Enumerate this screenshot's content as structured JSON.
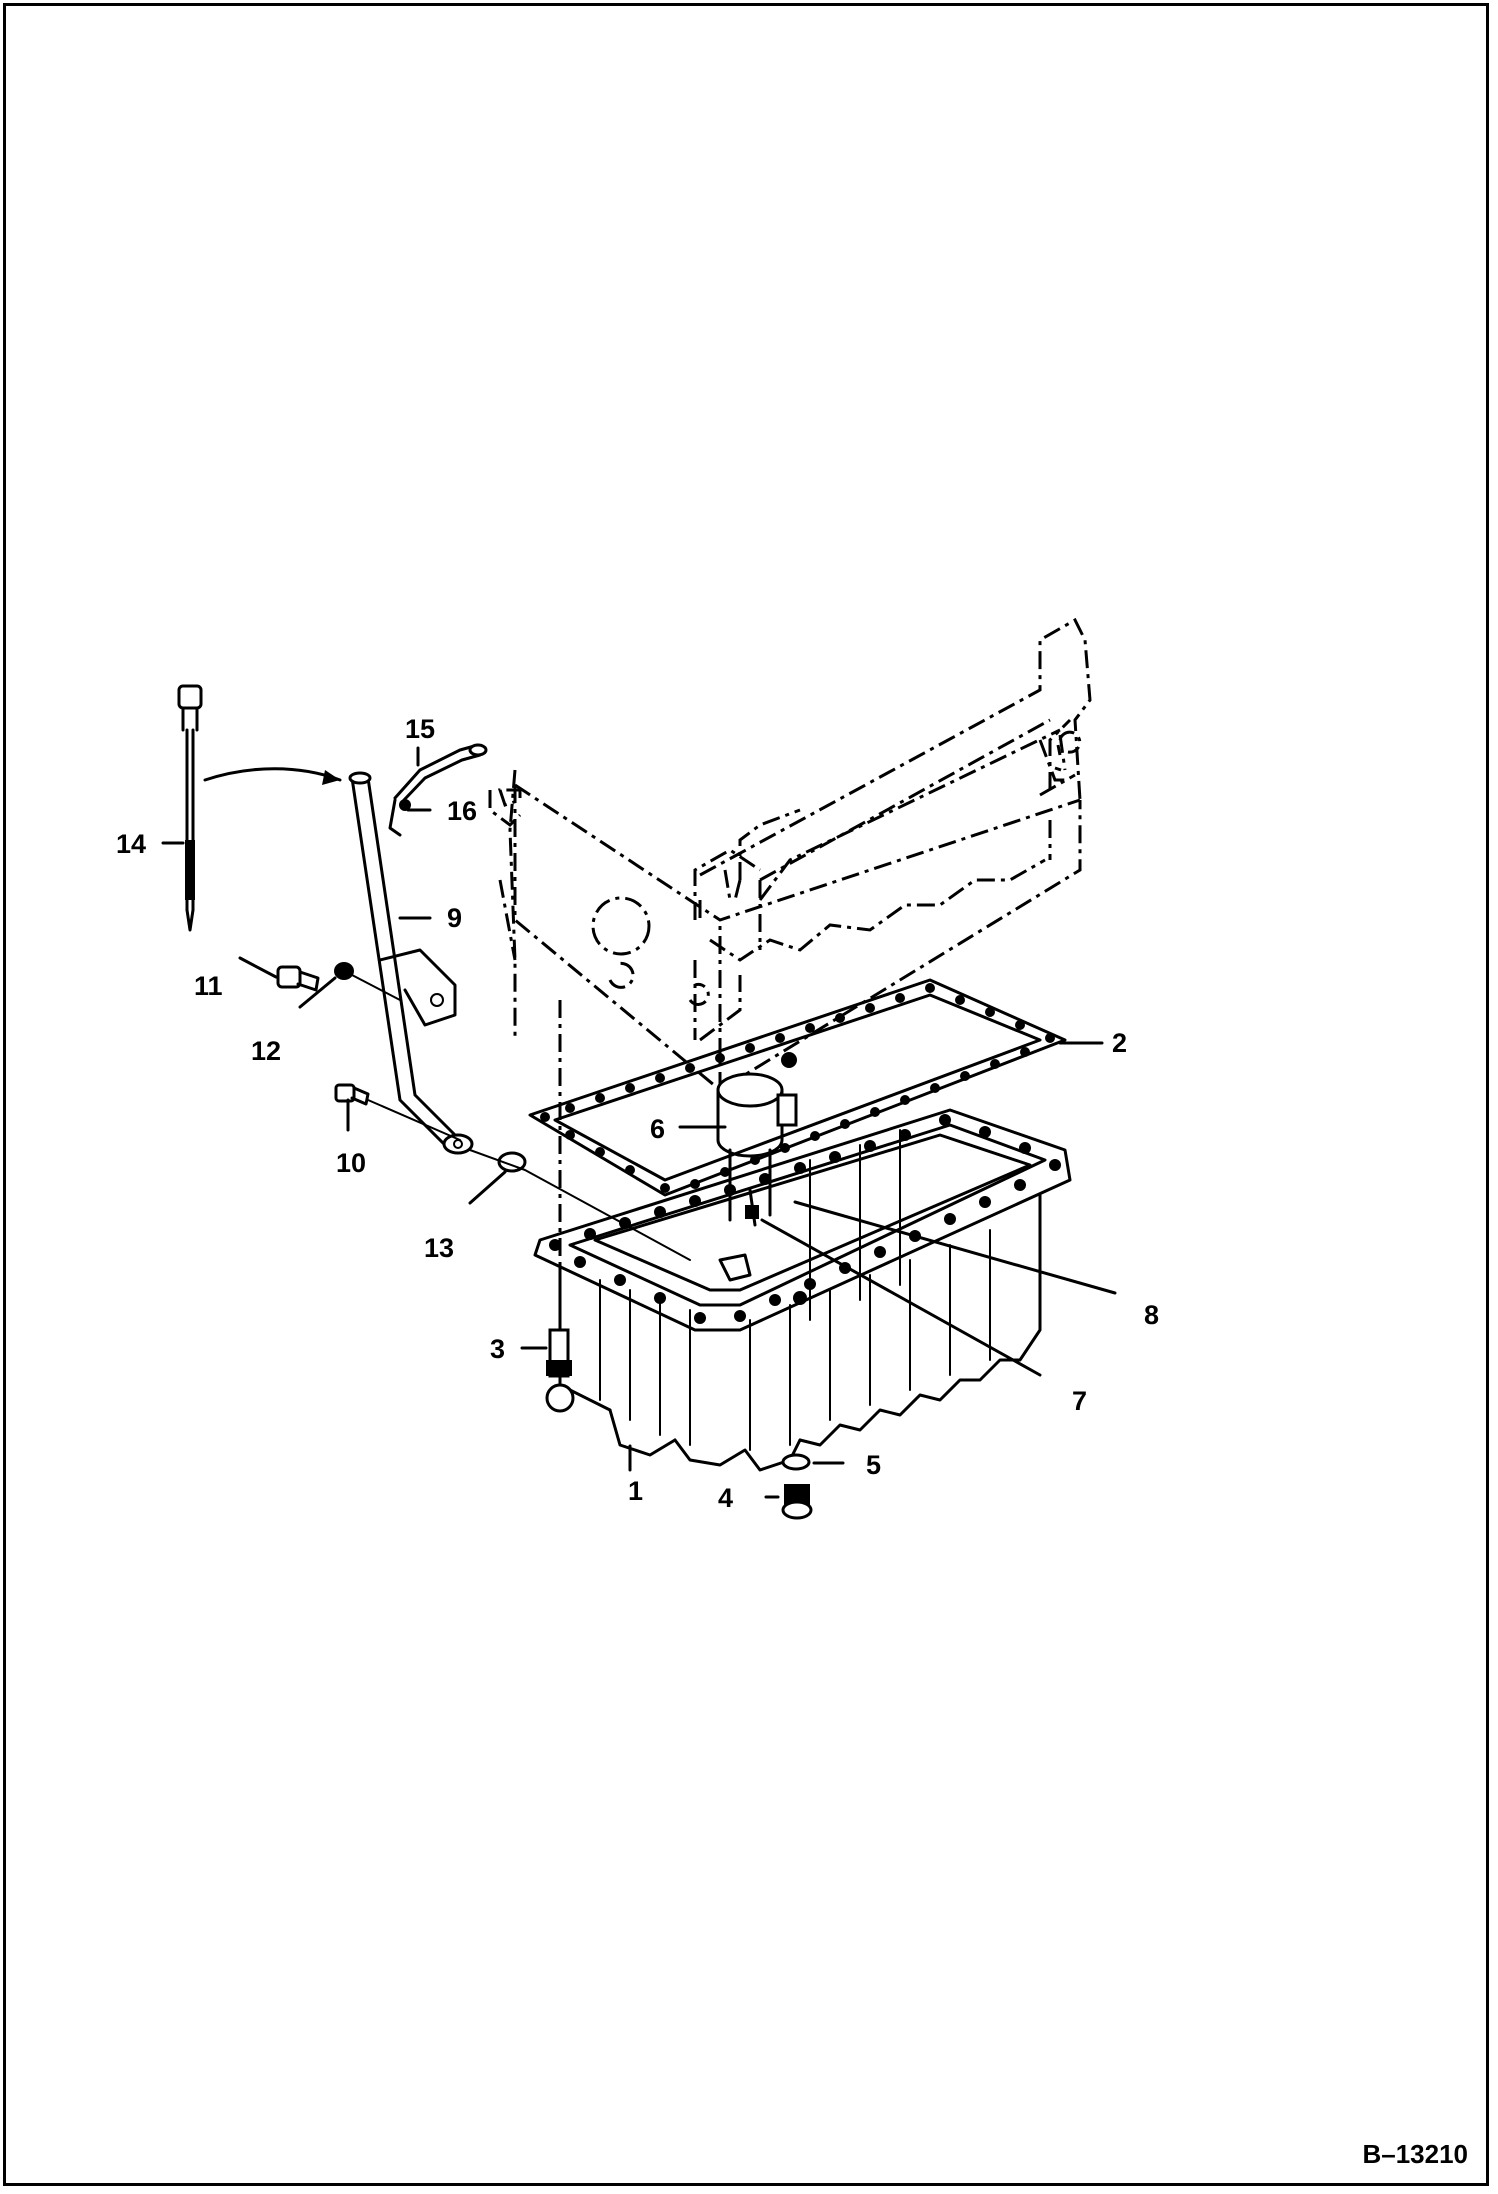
{
  "figure_ref": "B–13210",
  "callouts": {
    "c1": "1",
    "c2": "2",
    "c3": "3",
    "c4": "4",
    "c5": "5",
    "c6": "6",
    "c7": "7",
    "c8": "8",
    "c9": "9",
    "c10": "10",
    "c11": "11",
    "c12": "12",
    "c13": "13",
    "c14": "14",
    "c15": "15",
    "c16": "16"
  }
}
